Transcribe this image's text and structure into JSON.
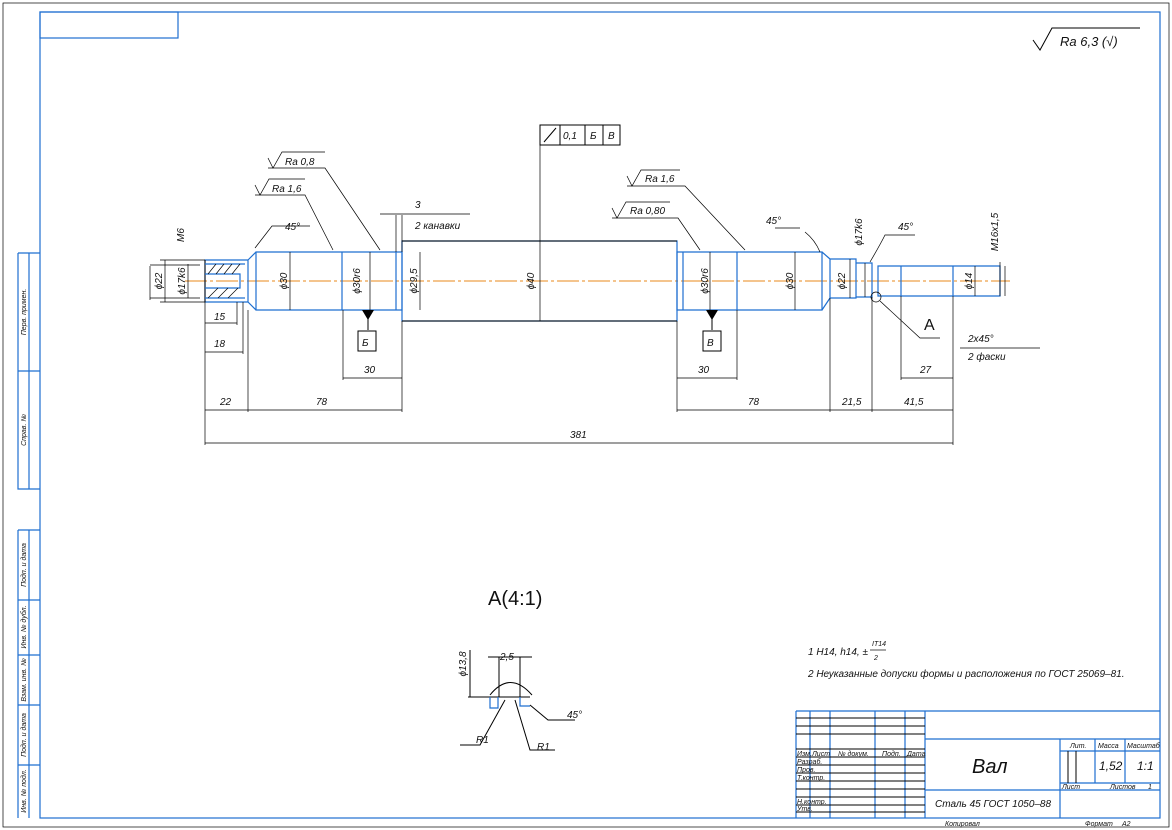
{
  "drawing": {
    "roughness_general": "Ra 6,3 (√)",
    "roughness": [
      "Ra 0,8",
      "Ra 1,6",
      "Ra 1,6",
      "Ra 0,80"
    ],
    "tolerance_frame": {
      "value": "0,1",
      "base1": "Б",
      "base2": "В"
    },
    "datums": [
      "Б",
      "В"
    ],
    "diameters": [
      "ϕ22",
      "ϕ17k6",
      "ϕ30",
      "ϕ30r6",
      "ϕ29,5",
      "ϕ40",
      "ϕ30r6",
      "ϕ30",
      "ϕ22",
      "ϕ17k6",
      "ϕ14",
      "M16x1,5",
      "M6"
    ],
    "angles": [
      "45°",
      "45°",
      "45°"
    ],
    "groove_note": {
      "size": "3",
      "text": "2 канавки"
    },
    "chamfer_note": {
      "size": "2x45°",
      "text": "2 фаски"
    },
    "lengths": {
      "d15": "15",
      "d18": "18",
      "d22": "22",
      "d78a": "78",
      "d30a": "30",
      "d30b": "30",
      "d78b": "78",
      "d215": "21,5",
      "d415": "41,5",
      "d27": "27",
      "d381": "381"
    },
    "view_label": "А",
    "detail": {
      "title": "А(4:1)",
      "dia": "ϕ13,8",
      "width": "2,5",
      "r1": "R1",
      "r2": "R1",
      "angle": "45°"
    }
  },
  "notes": {
    "n1": "1 H14, h14, ±",
    "n1_num": "IT14",
    "n1_den": "2",
    "n2": "2 Неуказанные допуски формы и расположения по ГОСТ 25069–81."
  },
  "title_block": {
    "headers": [
      "Изм.",
      "Лист",
      "№ докум.",
      "Подп.",
      "Дата"
    ],
    "roles": [
      "Разраб.",
      "Пров.",
      "Т.контр.",
      "Н.контр.",
      "Утв."
    ],
    "name": "Вал",
    "material": "Сталь 45 ГОСТ 1050–88",
    "lit_label": "Лит.",
    "mass_label": "Масса",
    "scale_label": "Масштаб",
    "mass": "1,52",
    "scale": "1:1",
    "sheet_label": "Лист",
    "sheets_label": "Листов",
    "sheets": "1",
    "copied": "Копировал",
    "format_label": "Формат",
    "format": "А2"
  },
  "side_strip": [
    "Перв. примен.",
    "Справ. №",
    "Подп. и дата",
    "Инв. № дубл.",
    "Взам. инв. №",
    "Подп. и дата",
    "Инв. № подл."
  ]
}
